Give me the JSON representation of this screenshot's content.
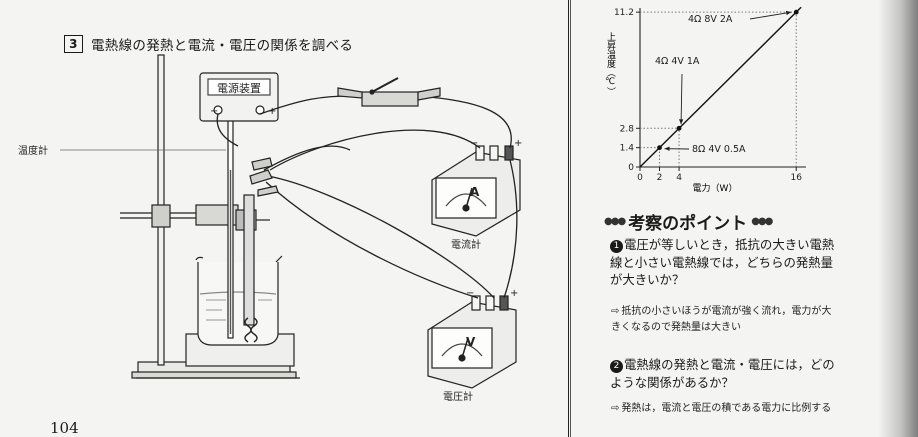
{
  "section": {
    "number": "3",
    "title": "電熱線の発熱と電流・電圧の関係を調べる"
  },
  "figure": {
    "power_supply_label": "電源装置",
    "terminal_minus": "−",
    "terminal_plus": "+",
    "thermometer_label": "温度計",
    "ammeter_label": "電流計",
    "ammeter_symbol": "A",
    "voltmeter_label": "電圧計",
    "voltmeter_symbol": "V"
  },
  "page_number": "104",
  "chart_data": {
    "type": "scatter",
    "ylabel": "上昇温度（℃）",
    "xlabel": "電力（W）",
    "x_ticks": [
      "0",
      "2",
      "4",
      "16"
    ],
    "y_ticks": [
      "0",
      "1.4",
      "2.8",
      "11.2"
    ],
    "xlim": [
      0,
      17
    ],
    "ylim": [
      0,
      11.5
    ],
    "points": [
      {
        "x": 2,
        "y": 1.4,
        "label": "8Ω 4V 0.5A"
      },
      {
        "x": 4,
        "y": 2.8,
        "label": "4Ω 4V 1A"
      },
      {
        "x": 16,
        "y": 11.2,
        "label": "4Ω 8V 2A"
      }
    ],
    "trend_line": {
      "from": [
        0,
        0
      ],
      "to": [
        16.5,
        11.55
      ]
    },
    "grid": false
  },
  "considerations": {
    "title": "考察のポイント",
    "items": [
      {
        "mark": "1",
        "question": "電圧が等しいとき，抵抗の大きい電熱線と小さい電熱線では，どちらの発熱量が大きいか？",
        "answer": "抵抗の小さいほうが電流が強く流れ，電力が大きくなるので発熱量は大きい"
      },
      {
        "mark": "2",
        "question": "電熱線の発熱と電流・電圧には，どのような関係があるか？",
        "answer": "発熱は，電流と電圧の積である電力に比例する"
      }
    ]
  }
}
